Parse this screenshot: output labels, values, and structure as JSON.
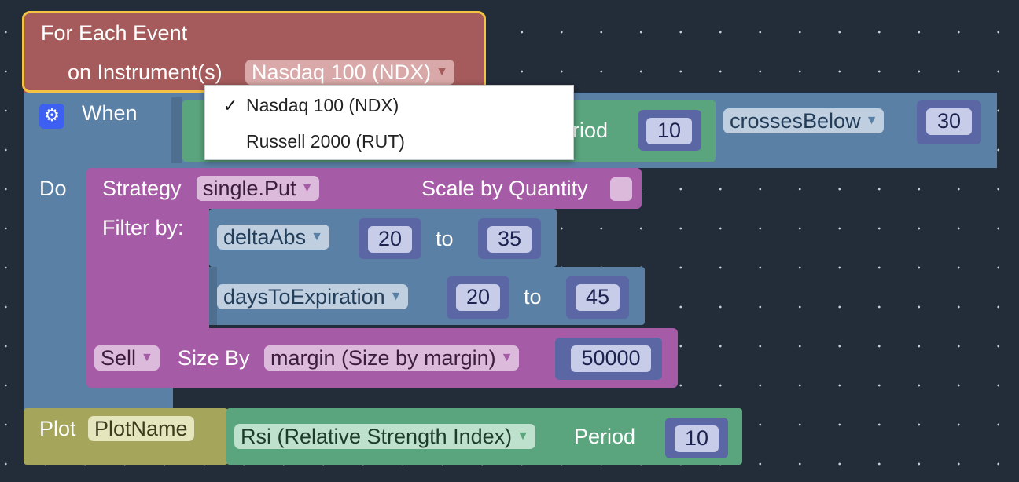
{
  "event_block": {
    "title": "For Each Event",
    "instrument_label": "on Instrument(s)",
    "instrument_value": "Nasdaq 100 (NDX)"
  },
  "instrument_menu": {
    "options": [
      {
        "label": "Nasdaq 100 (NDX)",
        "checked": true,
        "check_mark": "✓"
      },
      {
        "label": "Russell 2000 (RUT)",
        "checked": false,
        "check_mark": ""
      }
    ]
  },
  "when_block": {
    "label": "When",
    "period_label_partial": "riod",
    "period_value": "10",
    "operator": "crossesBelow",
    "threshold": "30"
  },
  "do_label": "Do",
  "strategy_block": {
    "strategy_label": "Strategy",
    "strategy_value": "single.Put",
    "scale_label": "Scale by Quantity",
    "filter_label": "Filter by:",
    "filters": [
      {
        "field": "deltaAbs",
        "from": "20",
        "to_label": "to",
        "to": "35"
      },
      {
        "field": "daysToExpiration",
        "from": "20",
        "to_label": "to",
        "to": "45"
      }
    ],
    "side": "Sell",
    "size_by_label": "Size By",
    "size_by_value": "margin (Size by margin)",
    "size_amount": "50000"
  },
  "plot_block": {
    "label": "Plot",
    "name": "PlotName",
    "indicator": "Rsi (Relative Strength Index)",
    "period_label": "Period",
    "period_value": "10"
  },
  "icons": {
    "dropdown_arrow": "▼",
    "gear": "⚙"
  },
  "colors": {
    "workspace": "#232d3a",
    "event_block": "#a55b5b",
    "selected_outline": "#f5c343",
    "logic_block": "#5b80a5",
    "indicator_block": "#5ba57e",
    "strategy_block": "#a55ba5",
    "plot_block": "#a5a55b",
    "number_block": "#5b67a5"
  }
}
